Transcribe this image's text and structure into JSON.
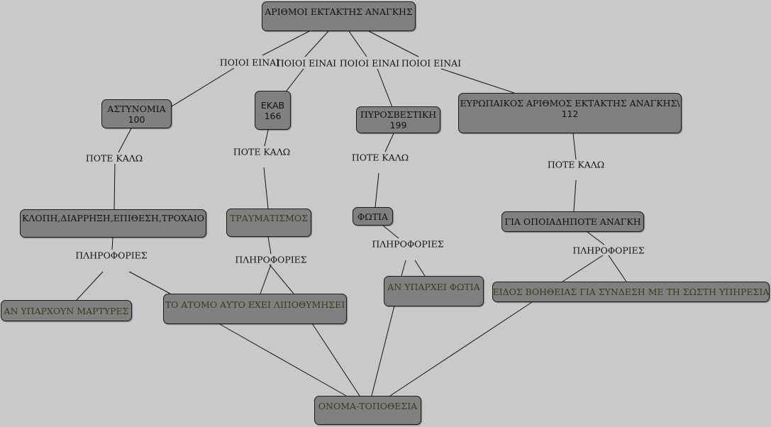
{
  "diagram": {
    "nodes": {
      "root": "ΑΡΙΘΜΟΙ ΕΚΤΑΚΤΗΣ ΑΝΑΓΚΗΣ",
      "police_name": "ΑΣΤΥΝΟΜΙΑ",
      "police_number": "100",
      "ekab_name": "ΕΚΑΒ",
      "ekab_number": "166",
      "fire_name": "ΠΥΡΟΣΒΕΣΤΙΚΗ",
      "fire_number": "199",
      "euro_name": "ΕΥΡΩΠΑΙΚΟΣ ΑΡΙΘΜΟΣ ΕΚΤΑΚΤΗΣ ΑΝΑΓΚΗΣ\\",
      "euro_number": "112",
      "theft": "ΚΛΟΠΗ,ΔΙΑΡΡΗΞΗ,ΕΠΙΘΕΣΗ,ΤΡΟΧΑΙΟ",
      "injury": "ΤΡΑΥΜΑΤΙΣΜΟΣ",
      "fire": "ΦΩΤΙΑ",
      "any_emergency": "ΓΙΑ ΟΠΟΙΑΔΗΠΟΤΕ ΑΝΑΓΚΗ",
      "witnesses": "ΑΝ ΥΠΑΡΧΟΥΝ ΜΑΡΤΥΡΕΣ",
      "fainted": "ΤΟ ΑΤΟΜΟ ΑΥΤΟ ΕΧΕΙ ΛΙΠΟΘΥΜΗΣΕΙ",
      "fire_exists": "ΑΝ ΥΠΑΡΧΕΙ ΦΩΤΙΑ",
      "help_type": "ΕΙΔΟΣ ΒΟΗΘΕΙΑΣ ΓΙΑ ΣΥΝΔΕΣΗ ΜΕ ΤΗ ΣΩΣΤΗ ΥΠΗΡΕΣΙΑ",
      "name_location": "ΟΝΟΜΑ-ΤΟΠΟΘΕΣΙΑ"
    },
    "links": {
      "who_1": "ΠΟΙΟΙ ΕΙΝΑΙ",
      "who_2": "ΠΟΙΟΙ ΕΙΝΑΙ",
      "who_3": "ΠΟΙΟΙ ΕΙΝΑΙ",
      "who_4": "ΠΟΙΟΙ ΕΙΝΑΙ",
      "when_1": "ΠΟΤΕ ΚΑΛΩ",
      "when_2": "ΠΟΤΕ ΚΑΛΩ",
      "when_3": "ΠΟΤΕ ΚΑΛΩ",
      "when_4": "ΠΟΤΕ ΚΑΛΩ",
      "info_1": "ΠΛΗΡΟΦΟΡΙΕΣ",
      "info_2": "ΠΛΗΡΟΦΟΡΙΕΣ",
      "info_3": "ΠΛΗΡΟΦΟΡΙΕΣ",
      "info_4": "ΠΛΗΡΟΦΟΡΙΕΣ"
    },
    "colors": {
      "background": "#c9c9c9",
      "node_fill": "#808080",
      "line": "#111111",
      "olive_text": "#3b3b17"
    }
  }
}
